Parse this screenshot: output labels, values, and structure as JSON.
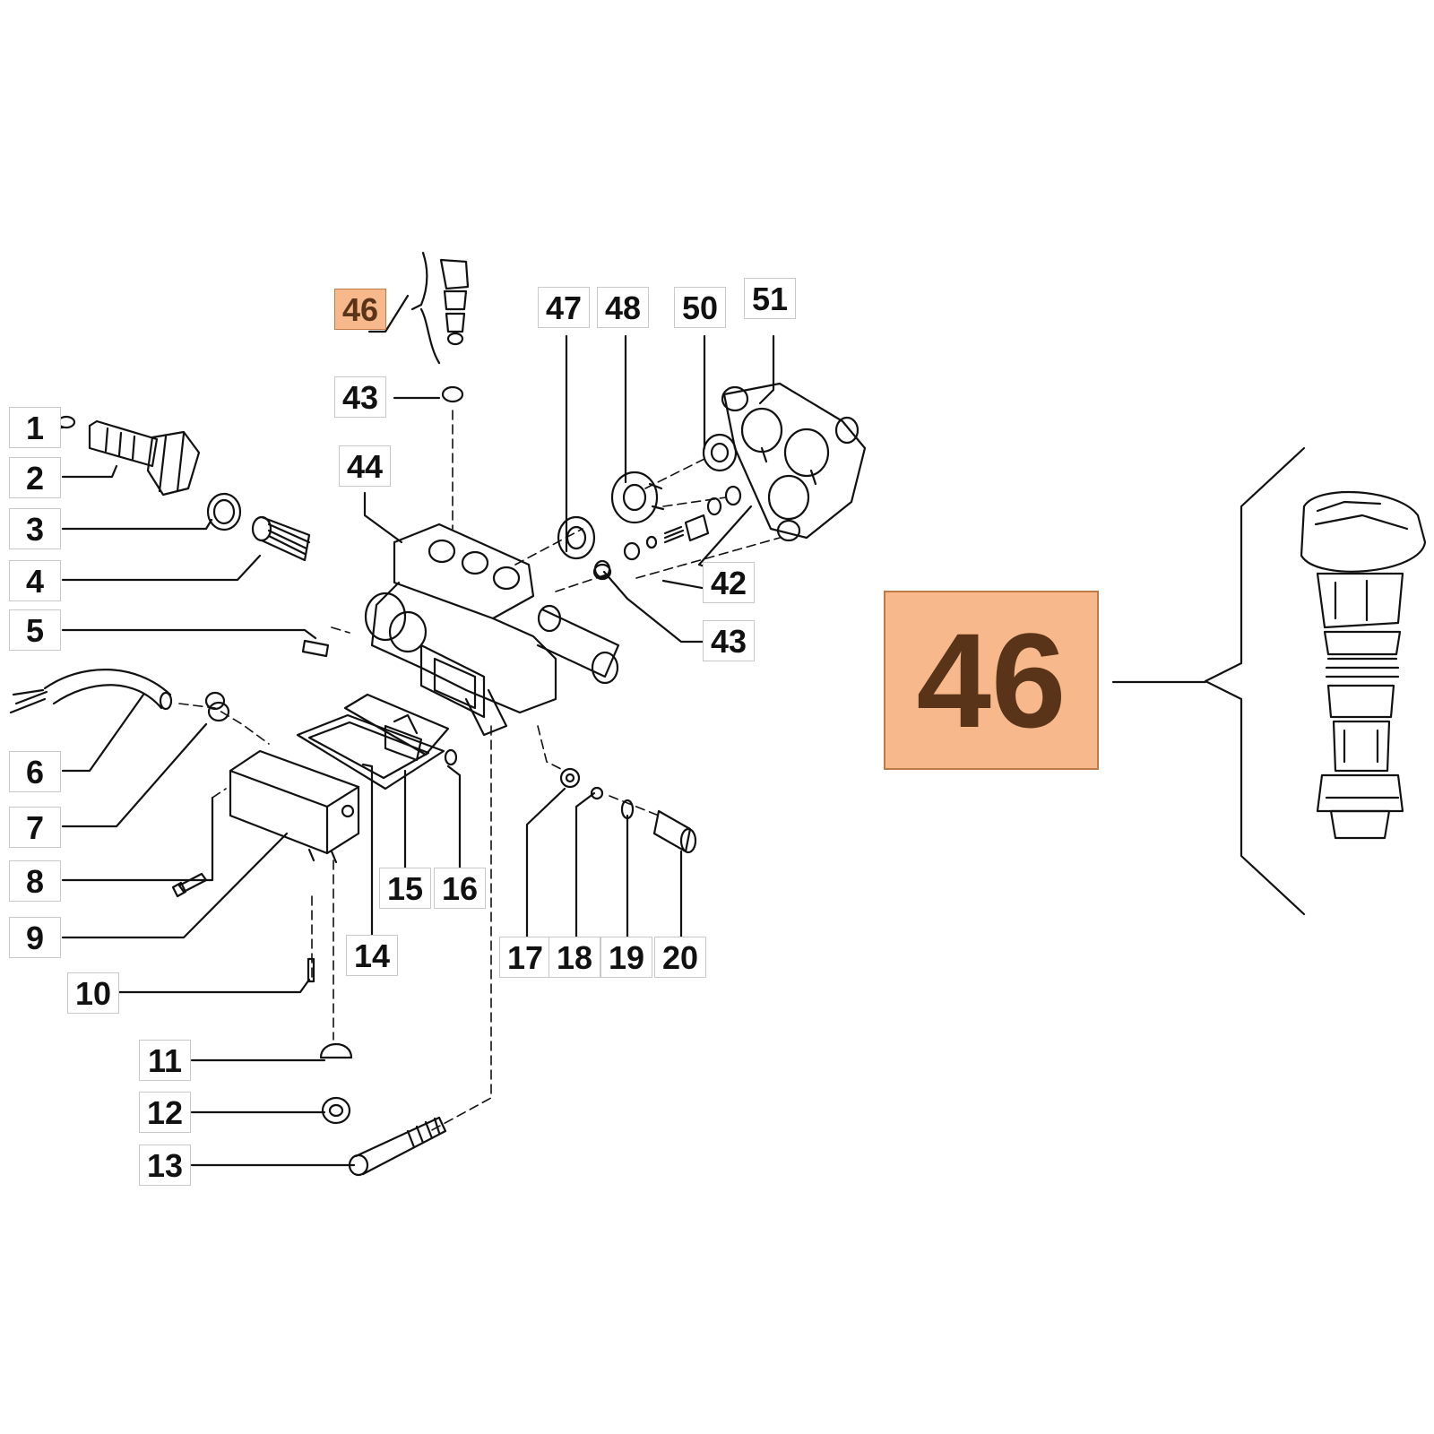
{
  "colors": {
    "highlight": "#f7b88c",
    "highlight_border": "#c07a45",
    "highlight_text": "#5a3418",
    "line": "#111111",
    "label_border": "#c9c9c9"
  },
  "callout": {
    "part": "46"
  },
  "labels": {
    "p1": "1",
    "p2": "2",
    "p3": "3",
    "p4": "4",
    "p5": "5",
    "p6": "6",
    "p7": "7",
    "p8": "8",
    "p9": "9",
    "p10": "10",
    "p11": "11",
    "p12": "12",
    "p13": "13",
    "p14": "14",
    "p15": "15",
    "p16": "16",
    "p17": "17",
    "p18": "18",
    "p19": "19",
    "p20": "20",
    "p42": "42",
    "p43a": "43",
    "p43b": "43",
    "p44": "44",
    "p46": "46",
    "p47": "47",
    "p48": "48",
    "p50": "50",
    "p51": "51"
  }
}
